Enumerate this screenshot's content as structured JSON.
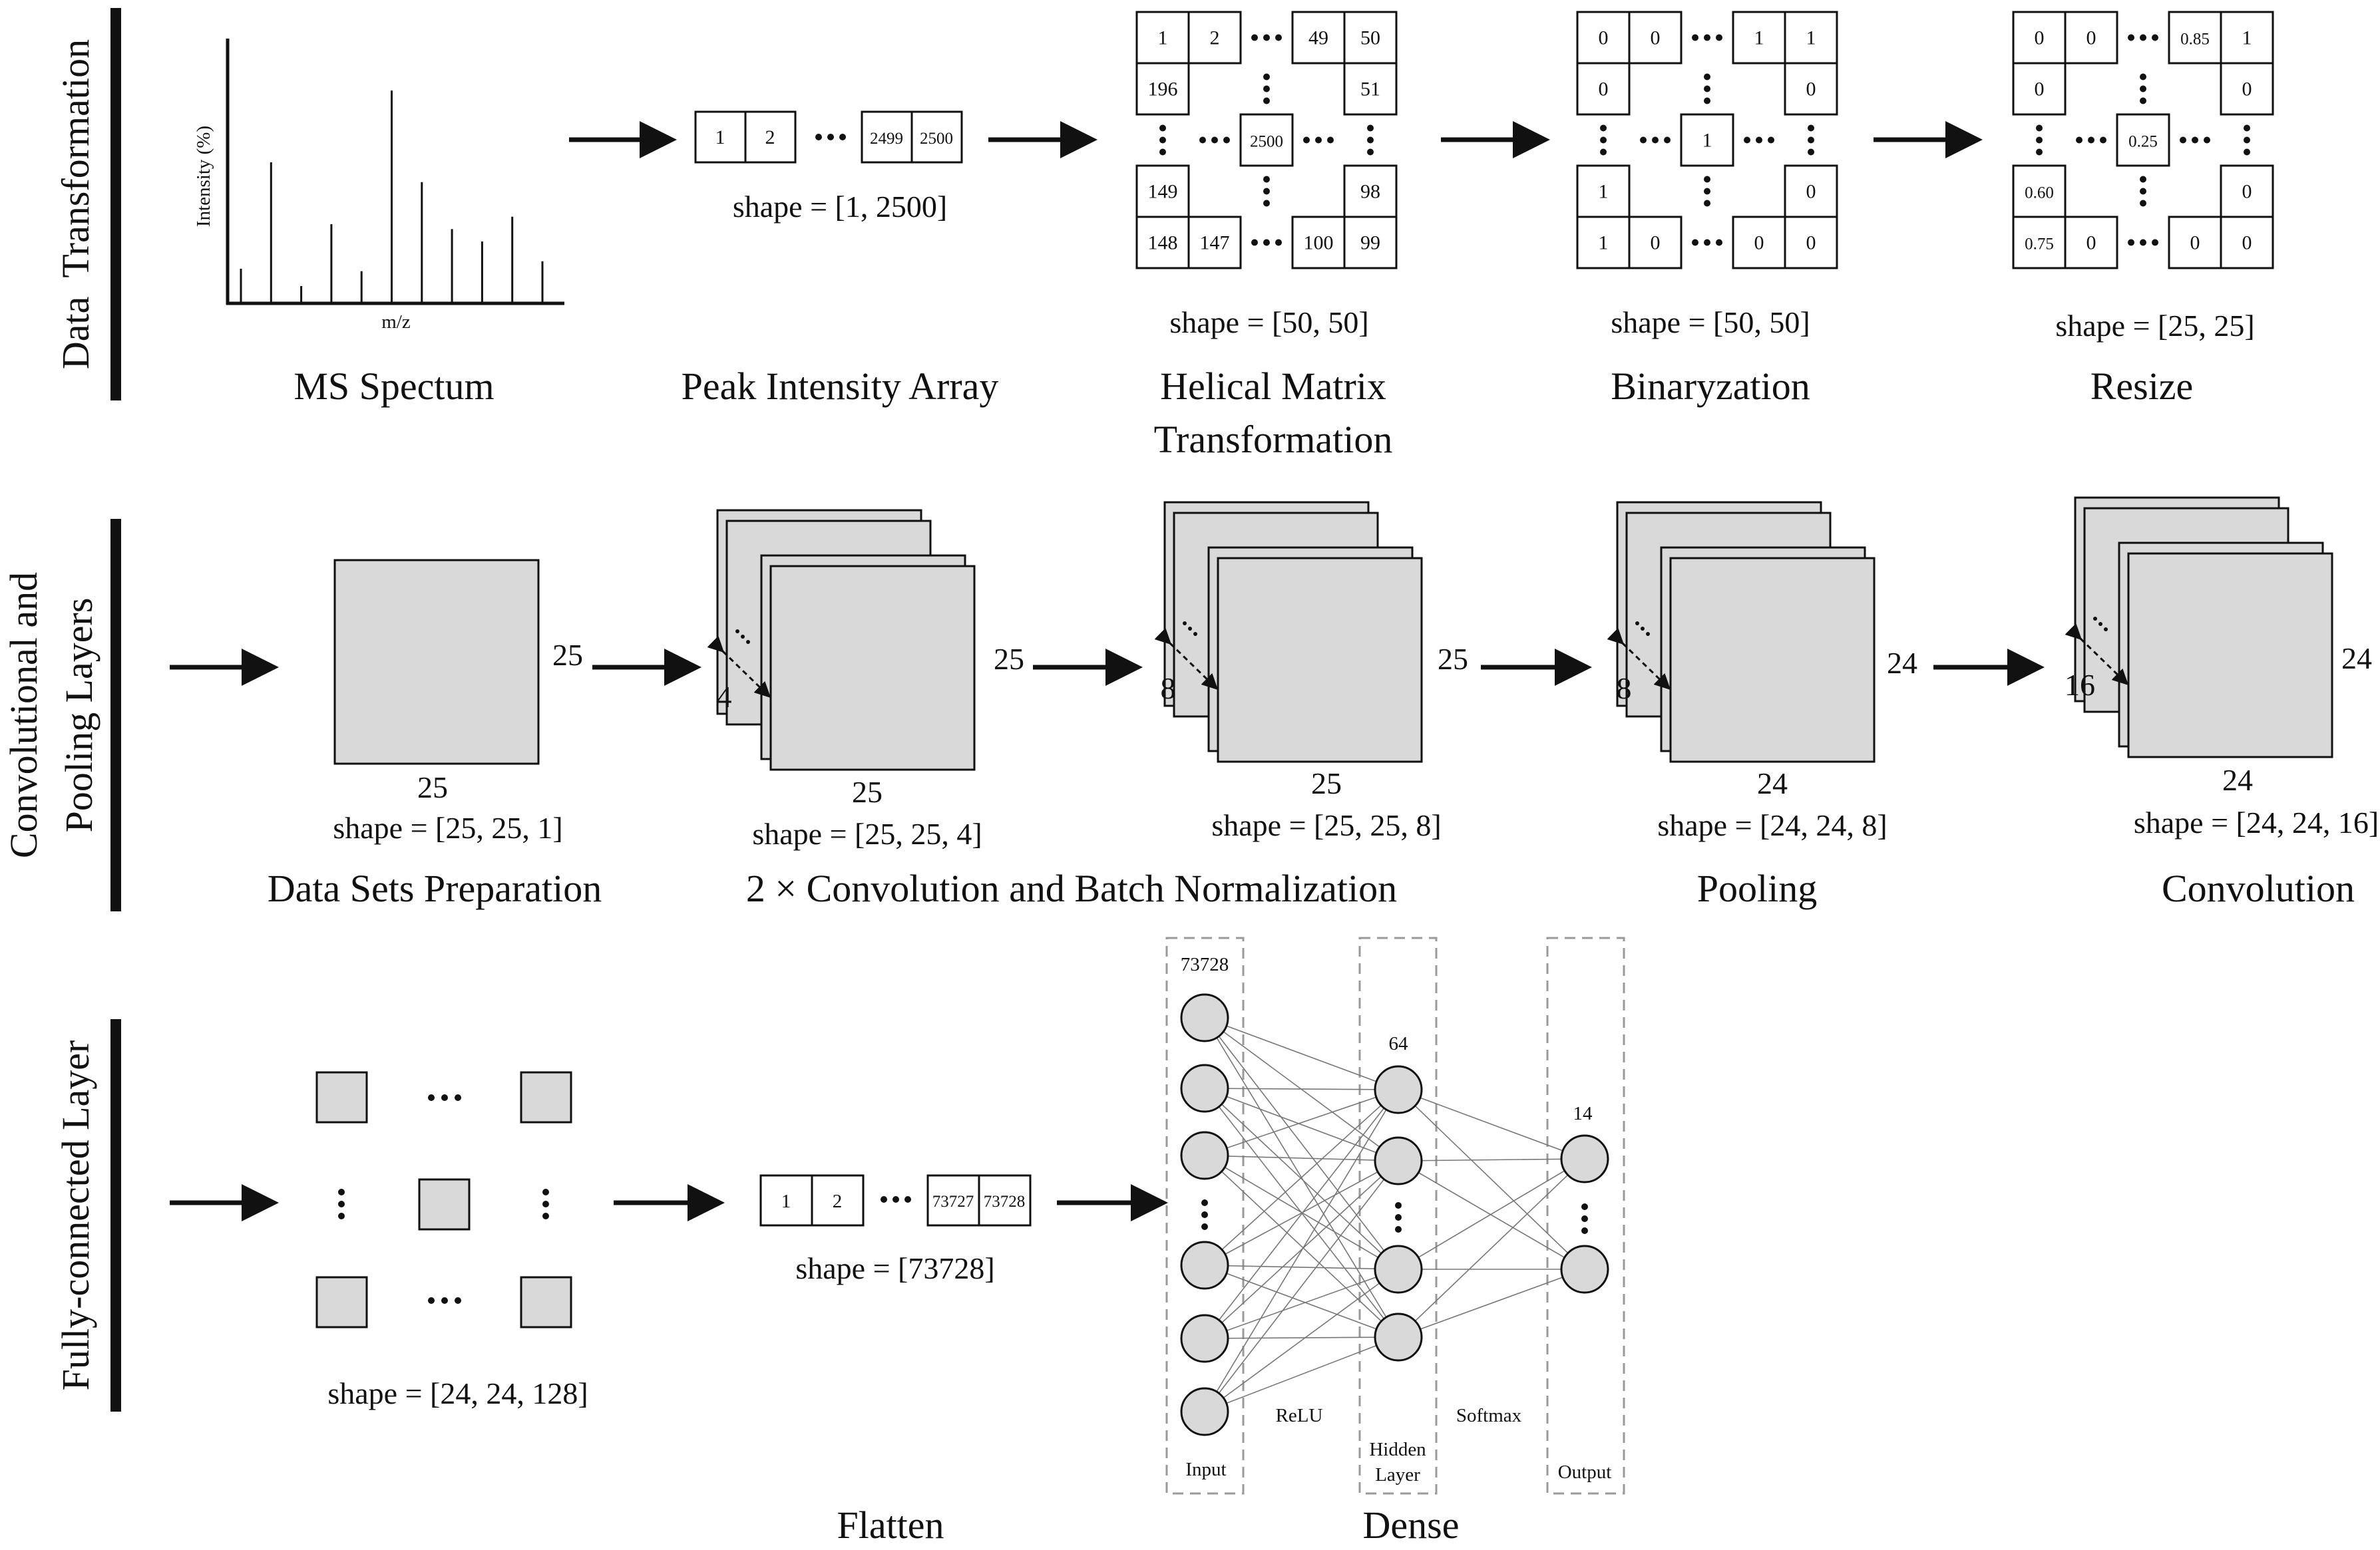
{
  "sections": {
    "data_transformation": "Data  Transformation",
    "conv_pooling_line1": "Convolutional and",
    "conv_pooling_line2": "Pooling Layers",
    "fully_connected": "Fully-connected Layer"
  },
  "spectrum": {
    "ylabel": "Intensity (%)",
    "xlabel": "m/z",
    "peaks": [
      0.14,
      0.57,
      0.07,
      0.32,
      0.13,
      0.86,
      0.49,
      0.3,
      0.25,
      0.35,
      0.17
    ],
    "caption": "MS Spectum"
  },
  "peak_array": {
    "cells": [
      "1",
      "2",
      "2499",
      "2500"
    ],
    "shape": "shape = [1, 2500]",
    "caption": "Peak Intensity Array"
  },
  "helical": {
    "top": [
      "1",
      "2",
      "49",
      "50"
    ],
    "row2": [
      "196",
      "51"
    ],
    "center": "2500",
    "row4": [
      "149",
      "98"
    ],
    "bottom": [
      "148",
      "147",
      "100",
      "99"
    ],
    "shape": "shape = [50, 50]",
    "caption_line1": "Helical Matrix",
    "caption_line2": "Transformation"
  },
  "binary": {
    "top": [
      "0",
      "0",
      "1",
      "1"
    ],
    "row2": [
      "0",
      "0"
    ],
    "center": "1",
    "row4": [
      "1",
      "0"
    ],
    "bottom": [
      "1",
      "0",
      "0",
      "0"
    ],
    "shape": "shape = [50, 50]",
    "caption": "Binaryzation"
  },
  "resize": {
    "top": [
      "0",
      "0",
      "0.85",
      "1"
    ],
    "row2": [
      "0",
      "0"
    ],
    "center": "0.25",
    "row4": [
      "0.60",
      "0"
    ],
    "bottom": [
      "0.75",
      "0",
      "0",
      "0"
    ],
    "shape": "shape = [25, 25]",
    "caption": "Resize"
  },
  "conv": {
    "prep": {
      "side": "25",
      "bottom": "25",
      "shape": "shape = [25, 25, 1]",
      "caption": "Data Sets Preparation"
    },
    "c1": {
      "channels": "4",
      "side": "25",
      "bottom": "25",
      "shape": "shape = [25, 25, 4]"
    },
    "c2": {
      "channels": "8",
      "side": "25",
      "bottom": "25",
      "shape": "shape = [25, 25, 8]"
    },
    "c12_caption": "2 × Convolution and Batch Normalization",
    "pool": {
      "channels": "8",
      "side": "24",
      "bottom": "24",
      "shape": "shape = [24, 24, 8]",
      "caption": "Pooling"
    },
    "c3": {
      "channels": "16",
      "side": "24",
      "bottom": "24",
      "shape": "shape = [24, 24, 16]",
      "caption": "Convolution"
    }
  },
  "fc": {
    "grid_shape": "shape = [24, 24, 128]",
    "flat_cells": [
      "1",
      "2",
      "73727",
      "73728"
    ],
    "flat_shape": "shape = [73728]",
    "flatten_caption": "Flatten",
    "dense_caption": "Dense",
    "input_count": "73728",
    "hidden_count": "64",
    "output_count": "14",
    "input_label": "Input",
    "hidden_label_1": "Hidden",
    "hidden_label_2": "Layer",
    "output_label": "Output",
    "relu": "ReLU",
    "softmax": "Softmax"
  },
  "colors": {
    "fill": "#d9d9d9",
    "stroke": "#111111",
    "dashed": "#9a9a9a"
  }
}
